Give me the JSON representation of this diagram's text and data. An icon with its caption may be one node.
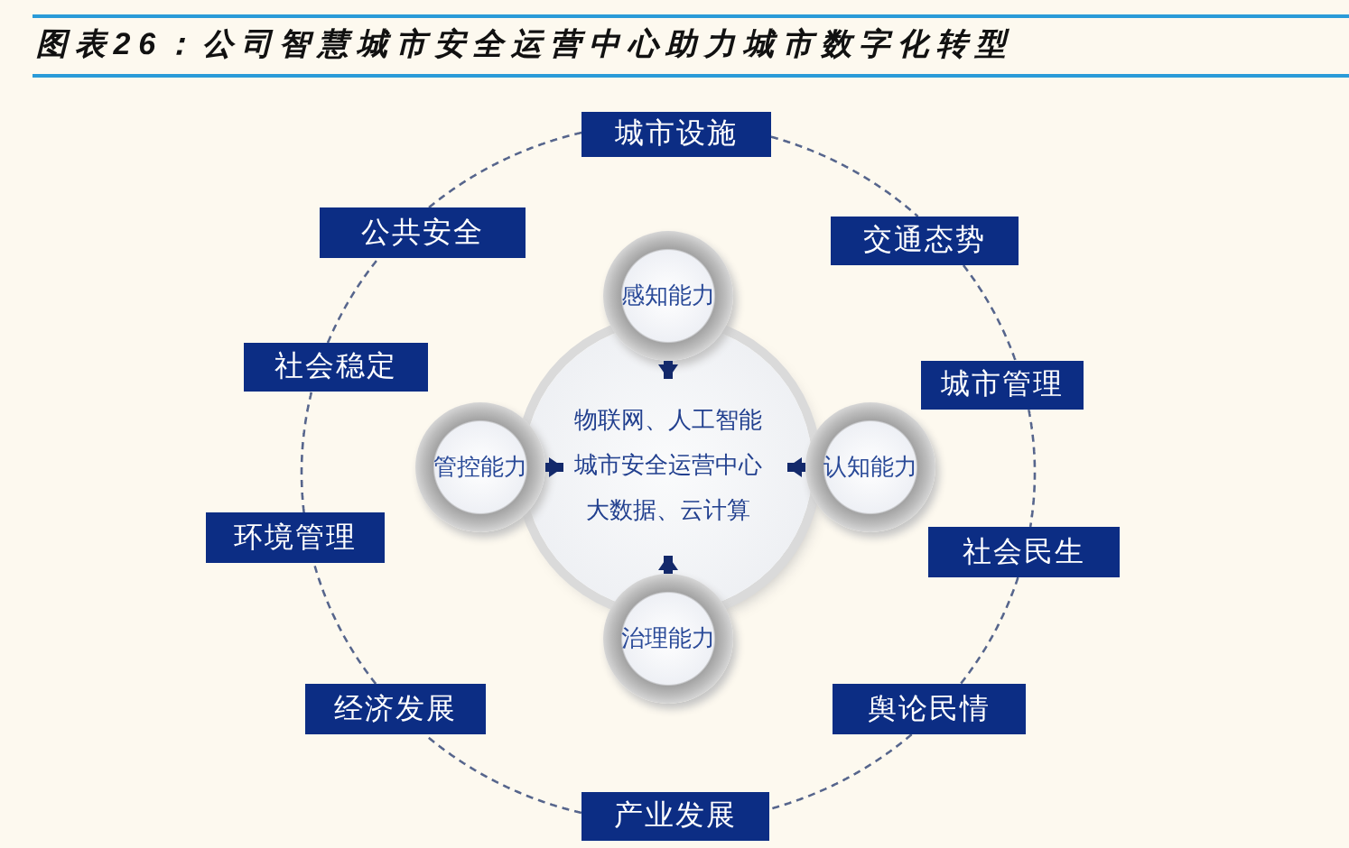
{
  "diagram": {
    "title": "图表26：公司智慧城市安全运营中心助力城市数字化转型",
    "nodes": [
      {
        "text": [
          "城市设施"
        ]
      },
      {
        "text": [
          "公共安全"
        ]
      },
      {
        "text": [
          "交通态势"
        ]
      },
      {
        "text": [
          "感知能力"
        ]
      },
      {
        "text": [
          "社会稳定"
        ]
      },
      {
        "text": [
          "城市管理"
        ]
      },
      {
        "text": [
          "管控能力"
        ]
      },
      {
        "text": [
          "物联网、人工智能",
          "城市安全运营中心",
          "大数据、云计算"
        ]
      },
      {
        "text": [
          "认知能力"
        ]
      },
      {
        "text": [
          "环境管理"
        ]
      },
      {
        "text": [
          "社会民生"
        ]
      },
      {
        "text": [
          "治理能力"
        ]
      },
      {
        "text": [
          "经济发展"
        ]
      },
      {
        "text": [
          "舆论民情"
        ]
      },
      {
        "text": [
          "产业发展"
        ]
      }
    ],
    "edges": [
      {
        "from": 0,
        "to": 2,
        "arrow": "none",
        "style": "dashed"
      },
      {
        "from": 2,
        "to": 5,
        "arrow": "none",
        "style": "dashed"
      },
      {
        "from": 5,
        "to": 10,
        "arrow": "none",
        "style": "dashed"
      },
      {
        "from": 10,
        "to": 13,
        "arrow": "none",
        "style": "dashed"
      },
      {
        "from": 13,
        "to": 14,
        "arrow": "none",
        "style": "dashed"
      },
      {
        "from": 14,
        "to": 12,
        "arrow": "none",
        "style": "dashed"
      },
      {
        "from": 12,
        "to": 9,
        "arrow": "none",
        "style": "dashed"
      },
      {
        "from": 9,
        "to": 4,
        "arrow": "none",
        "style": "dashed"
      },
      {
        "from": 4,
        "to": 1,
        "arrow": "none",
        "style": "dashed"
      },
      {
        "from": 1,
        "to": 0,
        "arrow": "none",
        "style": "dashed"
      },
      {
        "from": 3,
        "to": 7,
        "arrow": "to",
        "style": "thick",
        "color": "#13296b"
      },
      {
        "from": 6,
        "to": 7,
        "arrow": "to",
        "style": "thick",
        "color": "#13296b"
      },
      {
        "from": 8,
        "to": 7,
        "arrow": "to",
        "style": "thick",
        "color": "#13296b"
      },
      {
        "from": 11,
        "to": 7,
        "arrow": "to",
        "style": "thick",
        "color": "#13296b"
      }
    ]
  }
}
